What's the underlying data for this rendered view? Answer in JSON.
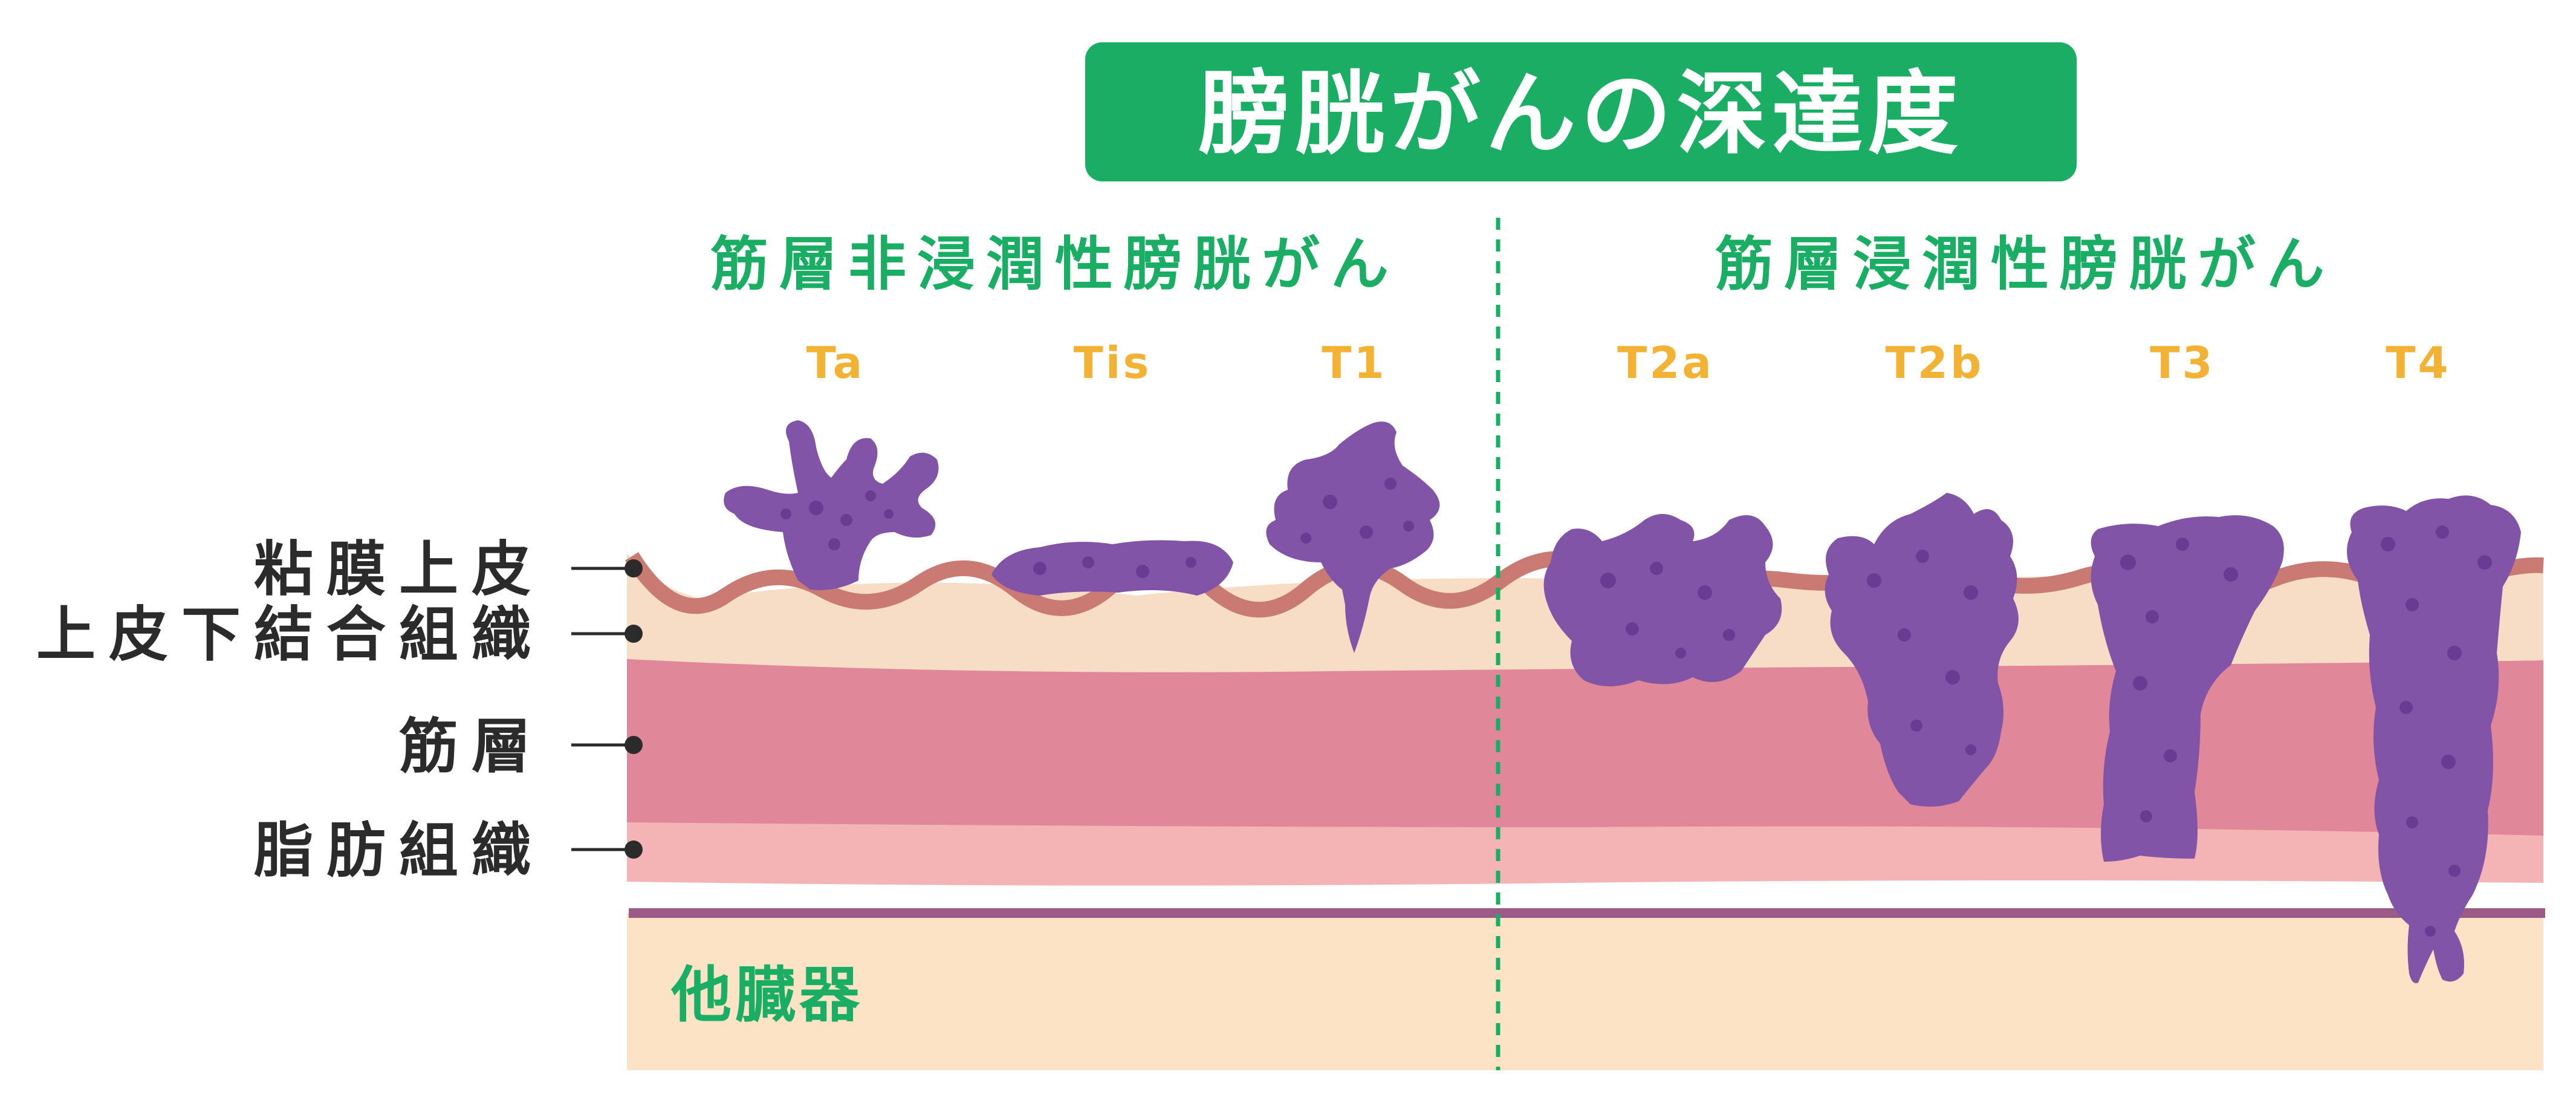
{
  "title": "膀胱がんの深達度",
  "categories": {
    "non_invasive": "筋層非浸潤性膀胱がん",
    "invasive": "筋層浸潤性膀胱がん"
  },
  "stages": [
    "Ta",
    "Tis",
    "T1",
    "T2a",
    "T2b",
    "T3",
    "T4"
  ],
  "layers": {
    "mucosa": "粘膜上皮",
    "subepithelial": "上皮下結合組織",
    "muscle": "筋層",
    "fat": "脂肪組織"
  },
  "other_organs": "他臓器",
  "colors": {
    "title_bg": "#1aae64",
    "green_text": "#1aae64",
    "stage_text": "#f2b234",
    "mucosa_line": "#c97a72",
    "subepithelial": "#f7dcc6",
    "muscle": "#e0879a",
    "fat": "#f4b4b6",
    "organ_bg": "#fce3c6",
    "organ_border": "#9c5a86",
    "tumor": "#8154a7",
    "divider": "#1aae64"
  }
}
